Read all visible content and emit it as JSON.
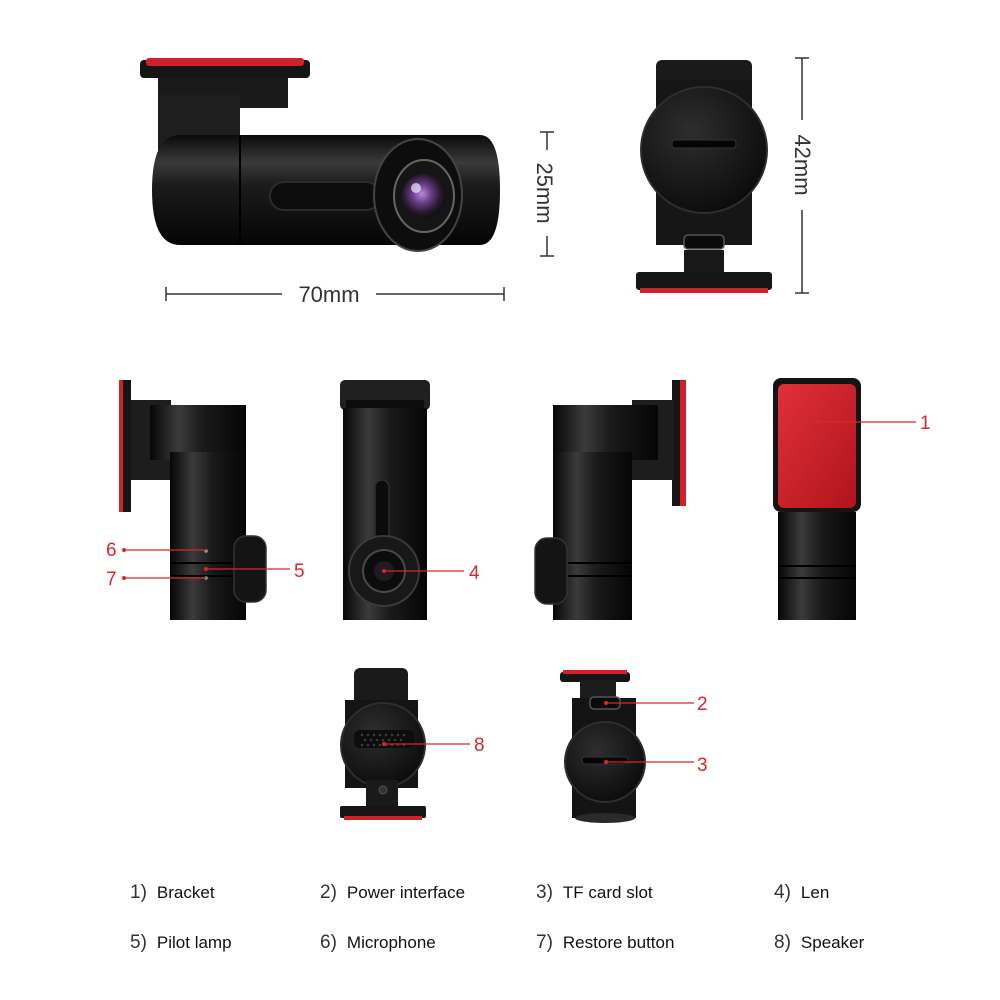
{
  "dimensions": {
    "width": "70mm",
    "height": "25mm",
    "depth": "42mm"
  },
  "callouts": [
    "1",
    "2",
    "3",
    "4",
    "5",
    "6",
    "7",
    "8"
  ],
  "legend": [
    {
      "num": "1)",
      "label": "Bracket"
    },
    {
      "num": "2)",
      "label": "Power interface"
    },
    {
      "num": "3)",
      "label": "TF card slot"
    },
    {
      "num": "4)",
      "label": "Len"
    },
    {
      "num": "5)",
      "label": "Pilot lamp"
    },
    {
      "num": "6)",
      "label": "Microphone"
    },
    {
      "num": "7)",
      "label": "Restore button"
    },
    {
      "num": "8)",
      "label": "Speaker"
    }
  ],
  "colors": {
    "body": "#141414",
    "adhesive": "#d0202a",
    "callout": "#d9262b",
    "dim_line": "#333333"
  }
}
